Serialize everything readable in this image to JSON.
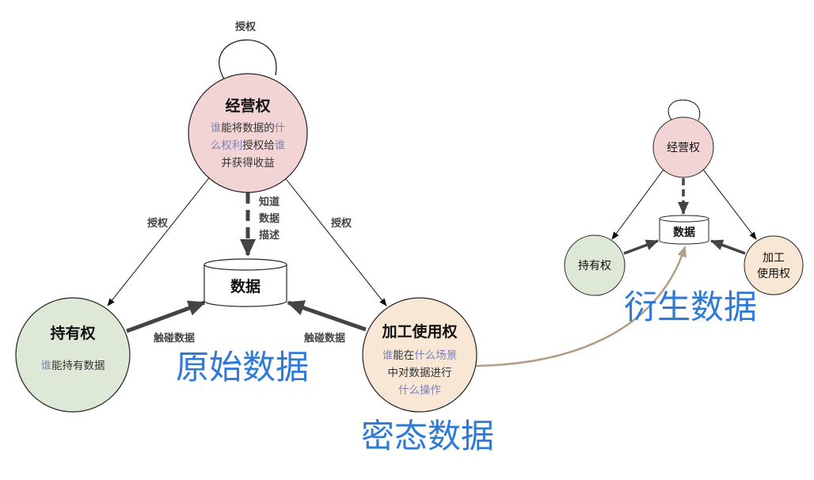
{
  "colors": {
    "management": "#f2d4d4",
    "holding": "#dde9d6",
    "processing": "#f8e7d4",
    "accent_text": "#7d82b4",
    "big_label": "#2f7ad6",
    "derive_arrow": "#b39d84"
  },
  "main": {
    "management": {
      "title": "经营权",
      "line1": [
        "谁",
        "能将数据的",
        "什"
      ],
      "line2": [
        "么权利",
        "授权给",
        "谁"
      ],
      "line3": "并获得收益"
    },
    "holding": {
      "title": "持有权",
      "line1": [
        "谁",
        "能持有数据"
      ]
    },
    "processing": {
      "title": "加工使用权",
      "line1": [
        "谁",
        "能在",
        "什么场景"
      ],
      "line2": "中对数据进行",
      "line3": "什么操作"
    },
    "data": "数据",
    "self_auth": "授权",
    "auth_left": "授权",
    "auth_right": "授权",
    "know_desc": [
      "知道",
      "数据",
      "描述"
    ],
    "touch_left": "触碰数据",
    "touch_right": "触碰数据",
    "raw_label": "原始数据",
    "secret_label": "密态数据"
  },
  "derived": {
    "management": "经营权",
    "holding": "持有权",
    "processing": [
      "加工",
      "使用权"
    ],
    "data": "数据",
    "label": "衍生数据"
  }
}
